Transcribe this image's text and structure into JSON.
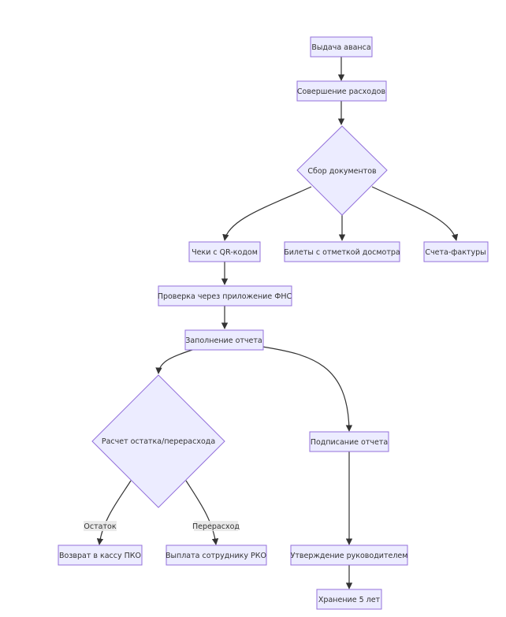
{
  "diagram": {
    "nodes": {
      "advance": "Выдача аванса",
      "expenses": "Совершение расходов",
      "collect_docs": "Сбор документов",
      "receipts_qr": "Чеки с QR-кодом",
      "tickets": "Билеты с отметкой досмотра",
      "invoices": "Счета-фактуры",
      "fns_check": "Проверка через приложение ФНС",
      "fill_report": "Заполнение отчета",
      "calc_balance": "Расчет остатка/перерасхода",
      "sign_report": "Подписание отчета",
      "return_cash": "Возврат в кассу ПКО",
      "pay_employee": "Выплата сотруднику РКО",
      "approval": "Утверждение руководителем",
      "storage": "Хранение 5 лет"
    },
    "edge_labels": {
      "remainder": "Остаток",
      "overspend": "Перерасход"
    }
  }
}
